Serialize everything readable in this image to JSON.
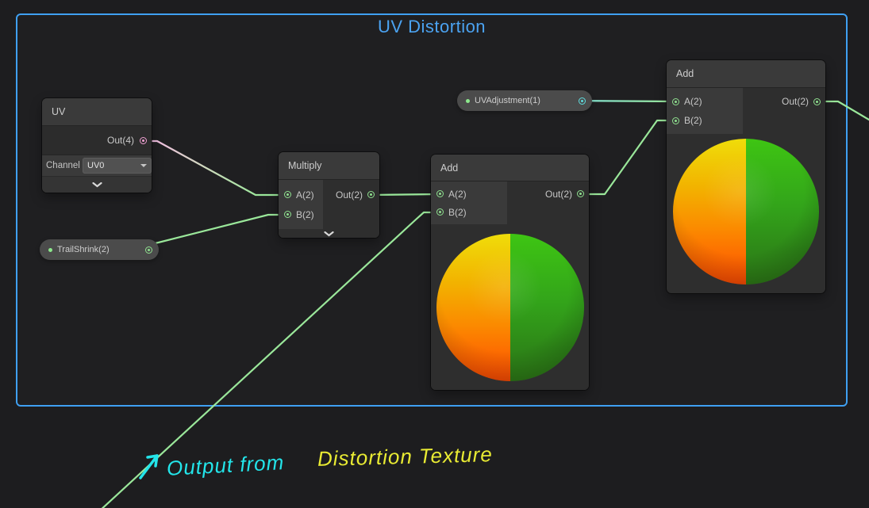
{
  "group": {
    "title": "UV Distortion"
  },
  "nodes": {
    "uv": {
      "title": "UV",
      "out": "Out(4)",
      "channel_label": "Channel",
      "channel_value": "UV0"
    },
    "multiply": {
      "title": "Multiply",
      "a": "A(2)",
      "b": "B(2)",
      "out": "Out(2)"
    },
    "add_mid": {
      "title": "Add",
      "a": "A(2)",
      "b": "B(2)",
      "out": "Out(2)"
    },
    "add_top": {
      "title": "Add",
      "a": "A(2)",
      "b": "B(2)",
      "out": "Out(2)"
    },
    "trail_shrink": {
      "label": "TrailShrink(2)"
    },
    "uv_adjustment": {
      "label": "UVAdjustment(1)"
    }
  },
  "annotation": {
    "cyan_text": "Output from",
    "yellow_text": "Distortion Texture"
  },
  "colors": {
    "group_border": "#3FA0F2",
    "group_title": "#4BA3F2",
    "edge_green": "#9AE79A",
    "edge_pink": "#F2BCE2",
    "edge_cyan": "#7FE3DF",
    "port_vector2_green": "#8FE08F",
    "port_vector4_pink": "#F0A0D2",
    "port_vector1_cyan": "#5FDCDE",
    "annotation_cyan": "#23E5EA",
    "annotation_yellow": "#E9EB33",
    "node_header": "#3A3A3A",
    "node_body": "#2E2E2E",
    "canvas_background": "#1D1D1F",
    "sphere_left_top": "#EFDD0A",
    "sphere_left_bottom": "#FF4C02",
    "sphere_right_top": "#3EC513",
    "sphere_right_bottom": "#2E7C17"
  },
  "icons": {
    "chevron_down": "v-shaped collapse chevron",
    "dropdown_arrow": "▾",
    "port": "◎",
    "property_dot": "●",
    "annotation_arrow": "↗"
  }
}
